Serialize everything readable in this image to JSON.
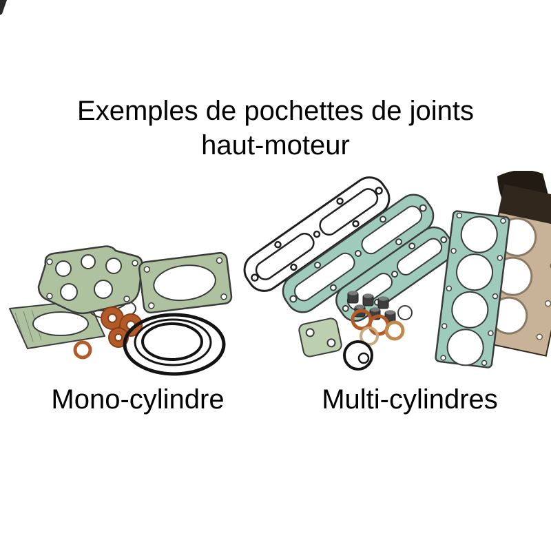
{
  "title": {
    "line1": "Exemples de pochettes de joints",
    "line2": "haut-moteur"
  },
  "figures": {
    "mono": {
      "caption": "Mono-cylindre"
    },
    "multi": {
      "caption": "Multi-cylindres"
    }
  },
  "colors": {
    "gasket_green": "#aec29f",
    "gasket_green_light": "#bccfae",
    "gasket_teal": "#9ecbbb",
    "copper": "#b25a28",
    "copper_dark": "#8a3f15",
    "brass": "#c08a4e",
    "tan_ring": "#c9a87c",
    "paper": "#c8b298",
    "paper_dark": "#31271c",
    "silhouette": "#221b14",
    "outline": "#3b3b3b",
    "oring": "#131313",
    "seal_body": "#3d3d3d",
    "seal_top": "#7a7a7a"
  }
}
